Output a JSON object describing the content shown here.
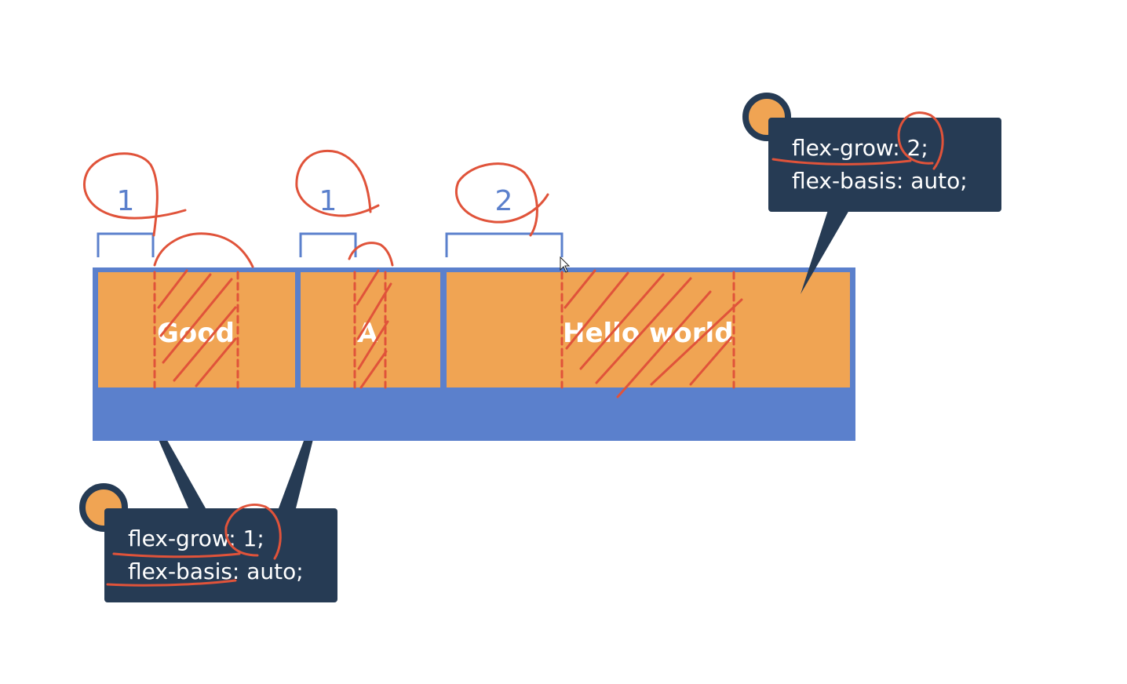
{
  "items": [
    {
      "label": "Good"
    },
    {
      "label": "A"
    },
    {
      "label": "Hello world"
    }
  ],
  "shares": [
    "1",
    "1",
    "2"
  ],
  "callout_items": {
    "line1": "flex-grow: 1;",
    "line2": "flex-basis: auto;"
  },
  "callout_hello": {
    "line1": "flex-grow: 2;",
    "line2": "flex-basis: auto;"
  },
  "colors": {
    "container": "#5b80cc",
    "item": "#f0a453",
    "callout": "#263b54",
    "annotation": "#e0533a"
  }
}
